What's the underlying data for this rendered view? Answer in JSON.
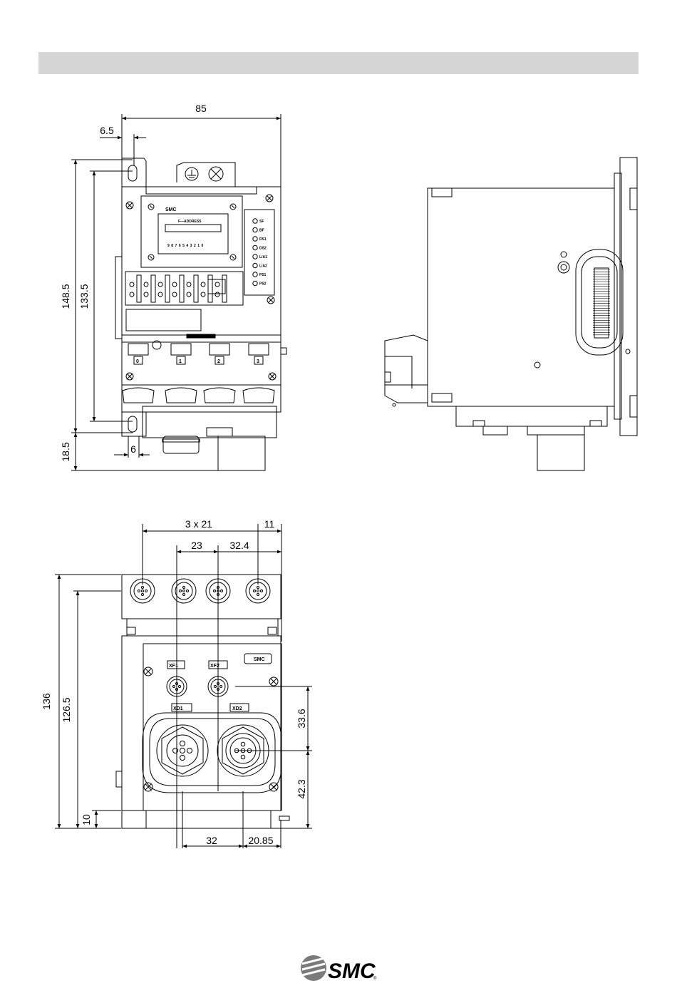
{
  "front_view": {
    "dims": {
      "width_total": "85",
      "hole_offset": "6.5",
      "height_total": "148.5",
      "hole_pitch": "133.5",
      "bottom_offset": "18.5",
      "hole_slot": "6"
    },
    "front_panel": {
      "logo": "SMC",
      "address_title": "F—ADDRESS",
      "address_digits": "9876543210",
      "led_labels": [
        "SF",
        "BF",
        "DS1",
        "DS2",
        "L/A1",
        "L/A2",
        "PS1",
        "PS2"
      ],
      "port_numbers": [
        "0",
        "1",
        "2",
        "3"
      ]
    }
  },
  "bottom_view": {
    "dims": {
      "port_pitch": "3 x 21",
      "edge_offset": "11",
      "xf_offset": "23",
      "xf_to_edge": "32.4",
      "height_total": "136",
      "height_inner": "126.5",
      "bottom_step": "10",
      "vertical_upper": "33.6",
      "vertical_lower": "42.3",
      "xd_pitch": "32",
      "xd_to_edge": "20.85"
    },
    "labels": {
      "xf1": "XF1",
      "xf2": "XF2",
      "xd1": "XD1",
      "xd2": "XD2",
      "logo": "SMC"
    }
  },
  "footer": {
    "logo_text": "SMC",
    "registered_mark": "®"
  }
}
